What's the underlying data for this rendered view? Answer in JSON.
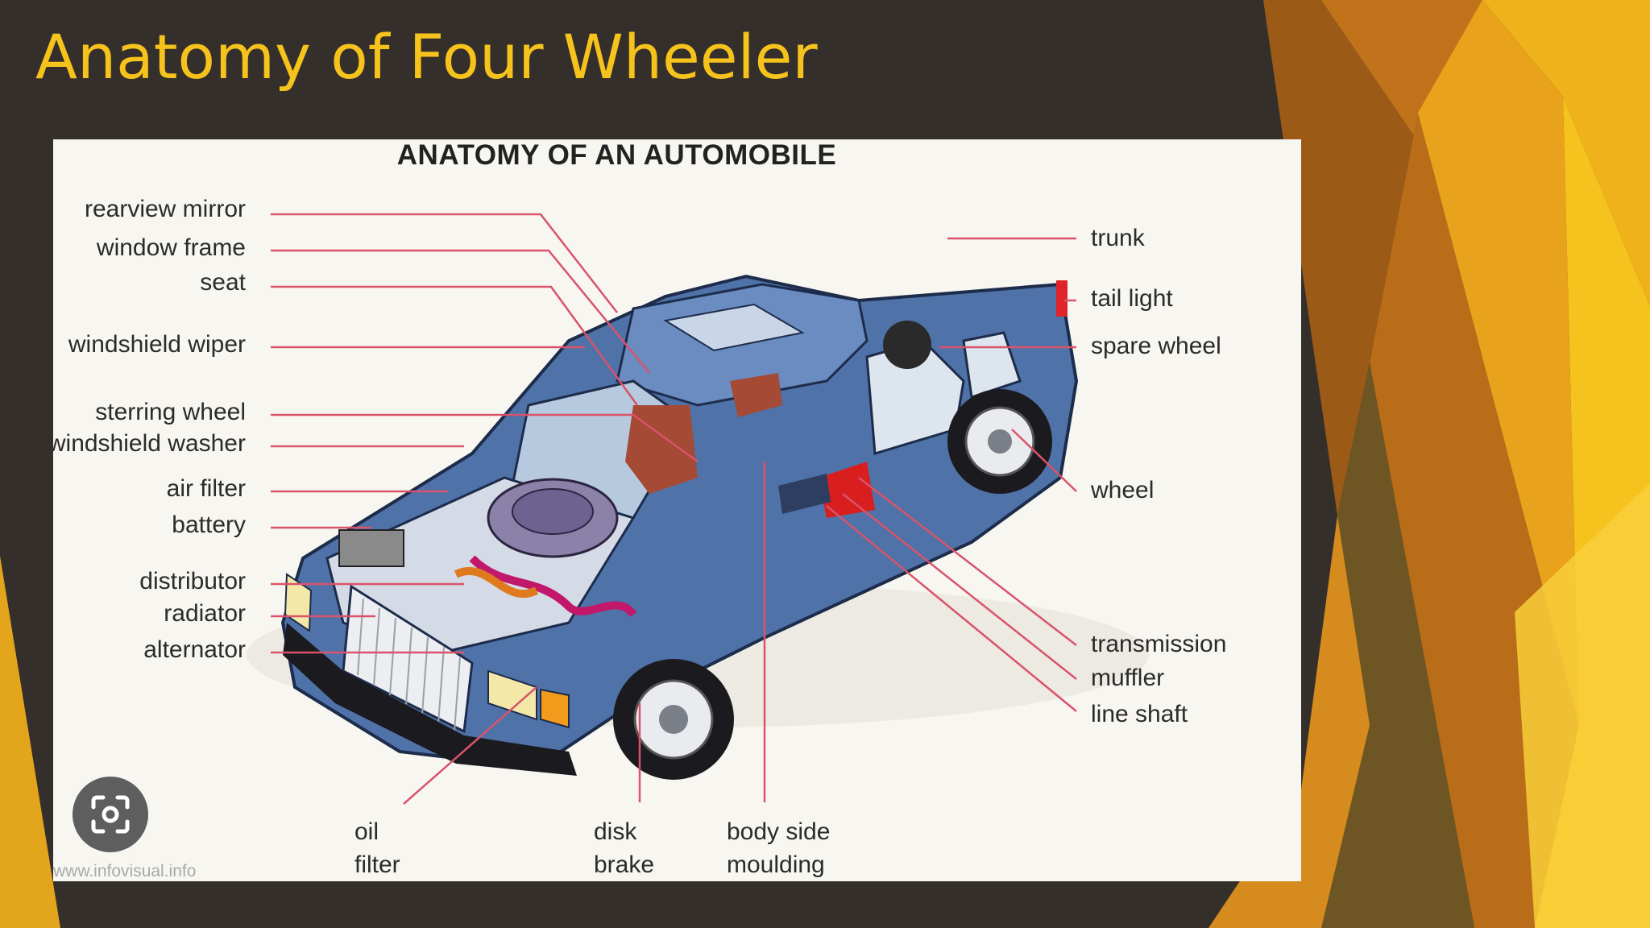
{
  "slide": {
    "title": "Anatomy of Four Wheeler"
  },
  "diagram": {
    "heading": "ANATOMY OF AN AUTOMOBILE",
    "credit": "www.infovisual.info",
    "labels_left": [
      "rearview mirror",
      "window frame",
      "seat",
      "windshield wiper",
      "sterring wheel",
      "windshield washer",
      "air filter",
      "battery",
      "distributor",
      "radiator",
      "alternator"
    ],
    "labels_right": [
      "trunk",
      "tail light",
      "spare wheel",
      "wheel",
      "transmission",
      "muffler",
      "line shaft"
    ],
    "labels_bottom": [
      {
        "line1": "oil",
        "line2": "filter"
      },
      {
        "line1": "disk",
        "line2": "brake"
      },
      {
        "line1": "body side",
        "line2": "moulding"
      }
    ]
  },
  "icons": {
    "lens": "google-lens-icon"
  },
  "colors": {
    "background": "#352f2b",
    "title": "#f6c31c",
    "panel": "#f7f6f1",
    "leader_line": "#d9536a",
    "car_body": "#4f72a8"
  }
}
